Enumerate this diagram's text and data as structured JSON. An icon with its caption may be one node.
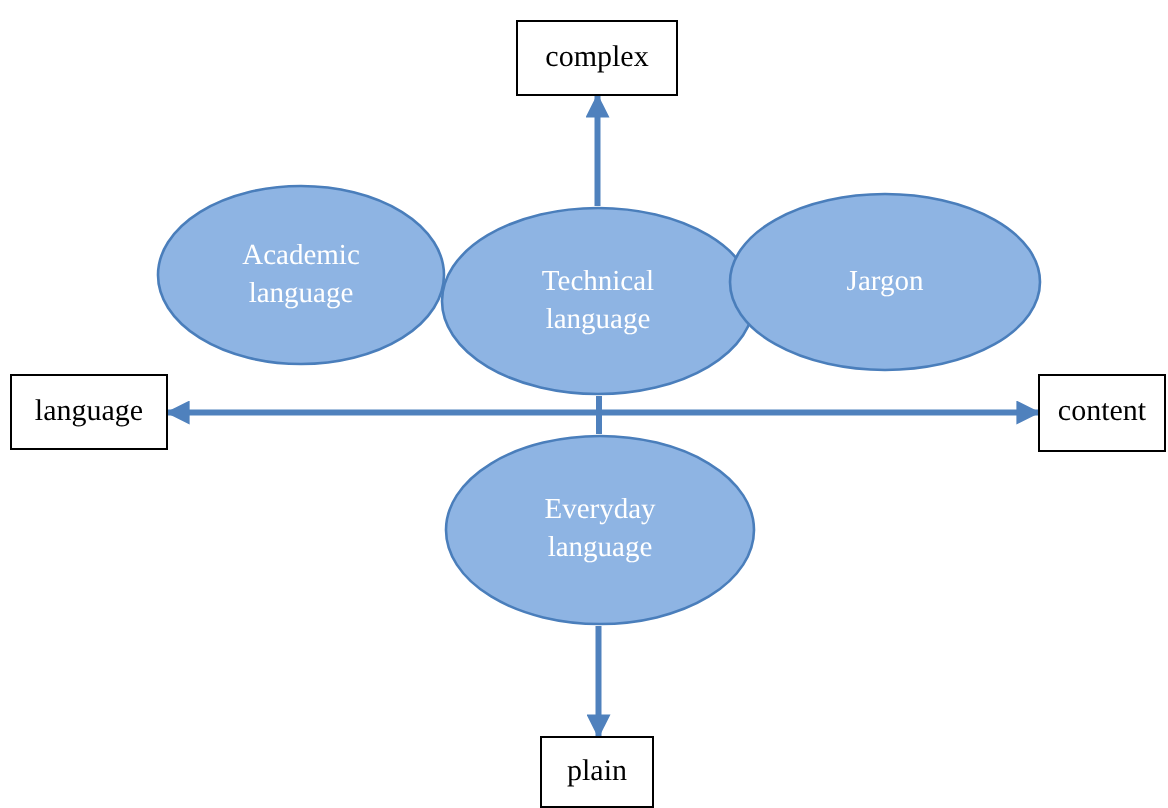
{
  "diagram": {
    "nodes": [
      {
        "text": [
          "complex"
        ]
      },
      {
        "text": [
          "Academic language"
        ]
      },
      {
        "text": [
          "Technical language"
        ]
      },
      {
        "text": [
          "Jargon"
        ]
      },
      {
        "text": [
          "language"
        ]
      },
      {
        "text": [
          "content"
        ]
      },
      {
        "text": [
          "Everyday language"
        ]
      },
      {
        "text": [
          "plain"
        ]
      }
    ],
    "edges": [
      {
        "from": 4,
        "to": 5,
        "arrow": "both"
      },
      {
        "from": 2,
        "to": 0,
        "arrow": "to"
      },
      {
        "from": 2,
        "to": 6,
        "arrow": "none"
      },
      {
        "from": 6,
        "to": 7,
        "arrow": "to"
      }
    ]
  }
}
